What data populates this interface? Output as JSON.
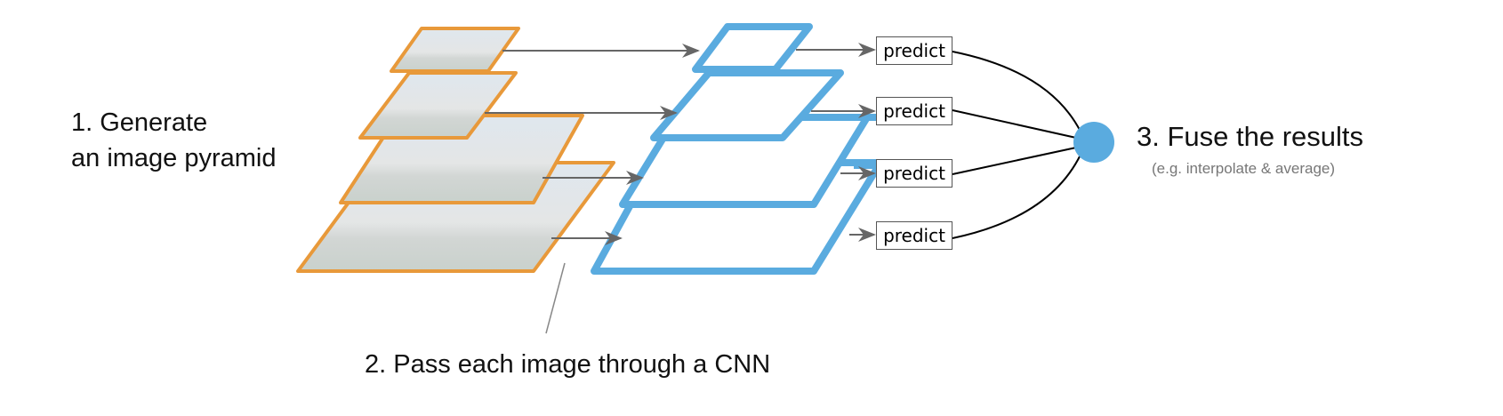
{
  "steps": {
    "step1_line1": "1. Generate",
    "step1_line2": "an image pyramid",
    "step2": "2. Pass each image through a CNN",
    "step3": "3. Fuse the results",
    "step3_note": "(e.g. interpolate & average)"
  },
  "predict_boxes": [
    "predict",
    "predict",
    "predict",
    "predict"
  ],
  "colors": {
    "image_border": "#e8993a",
    "cnn": "#5aabdf",
    "arrow": "#666666",
    "fuse_node": "#5aabdf"
  }
}
